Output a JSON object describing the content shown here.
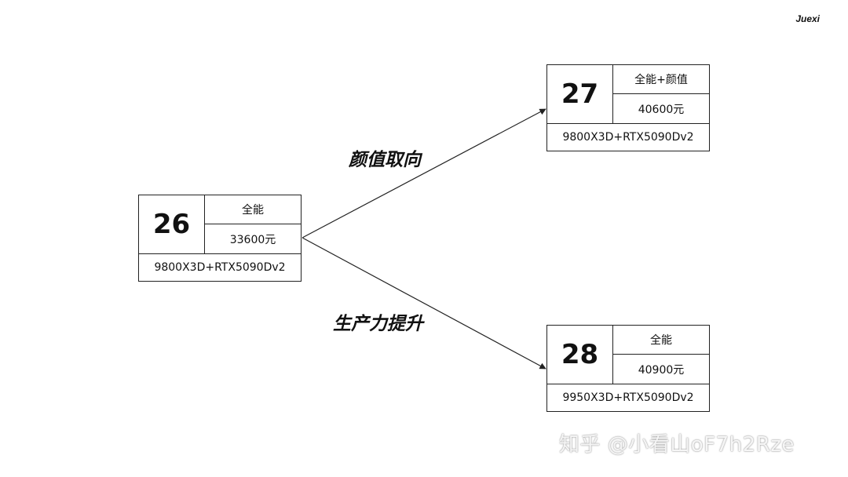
{
  "brand": "Juexi",
  "nodes": [
    {
      "id": "26",
      "number": "26",
      "category": "全能",
      "price": "33600元",
      "config": "9800X3D+RTX5090Dv2"
    },
    {
      "id": "27",
      "number": "27",
      "category": "全能+颜值",
      "price": "40600元",
      "config": "9800X3D+RTX5090Dv2"
    },
    {
      "id": "28",
      "number": "28",
      "category": "全能",
      "price": "40900元",
      "config": "9950X3D+RTX5090Dv2"
    }
  ],
  "edges": [
    {
      "from": "26",
      "to": "27",
      "label": "颜值取向"
    },
    {
      "from": "26",
      "to": "28",
      "label": "生产力提升"
    }
  ],
  "watermark": "知乎 @小看山oF7h2Rze"
}
